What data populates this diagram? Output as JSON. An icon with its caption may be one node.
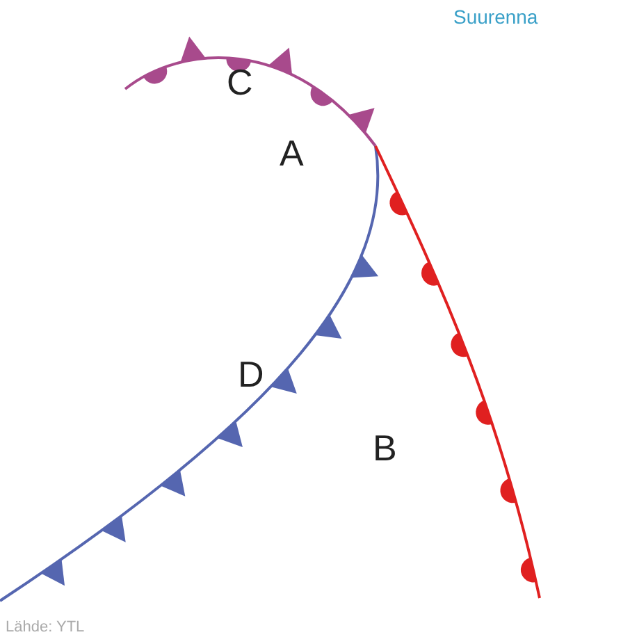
{
  "diagram": {
    "labels": [
      "Suurenna",
      "C",
      "A",
      "D",
      "B",
      "Lähde: YTL"
    ]
  }
}
